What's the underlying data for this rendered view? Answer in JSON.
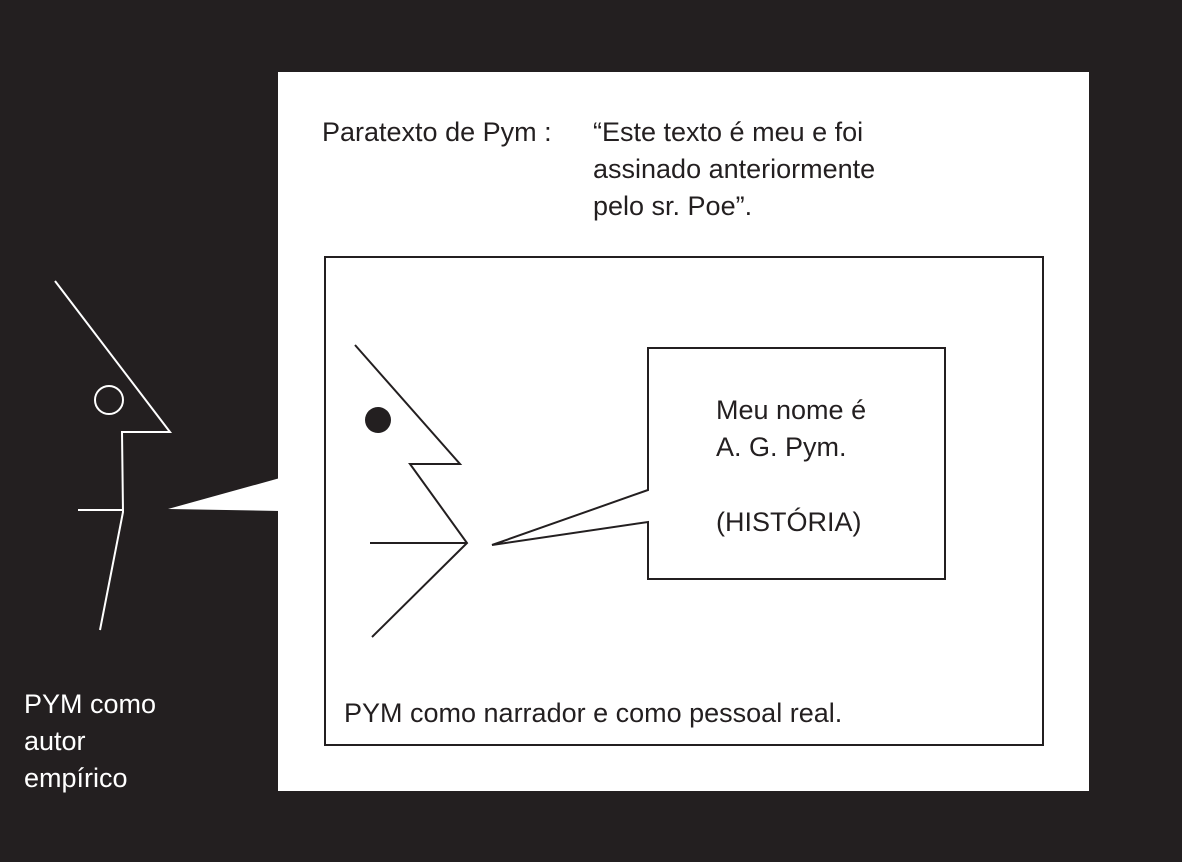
{
  "paratext": {
    "label": "Paratexto de Pym :",
    "quote_lines": [
      "“Este texto é meu e foi",
      "assinado anteriormente",
      "pelo sr. Poe”."
    ]
  },
  "speech_bubble": {
    "lines": [
      "Meu nome é",
      "A. G. Pym.",
      "(HISTÓRIA)"
    ]
  },
  "inner_caption": "PYM como narrador e como pessoal real.",
  "left_caption": [
    "PYM como",
    "autor",
    "empírico"
  ],
  "colors": {
    "background": "#231f20",
    "panel": "#ffffff",
    "ink": "#231f20"
  }
}
